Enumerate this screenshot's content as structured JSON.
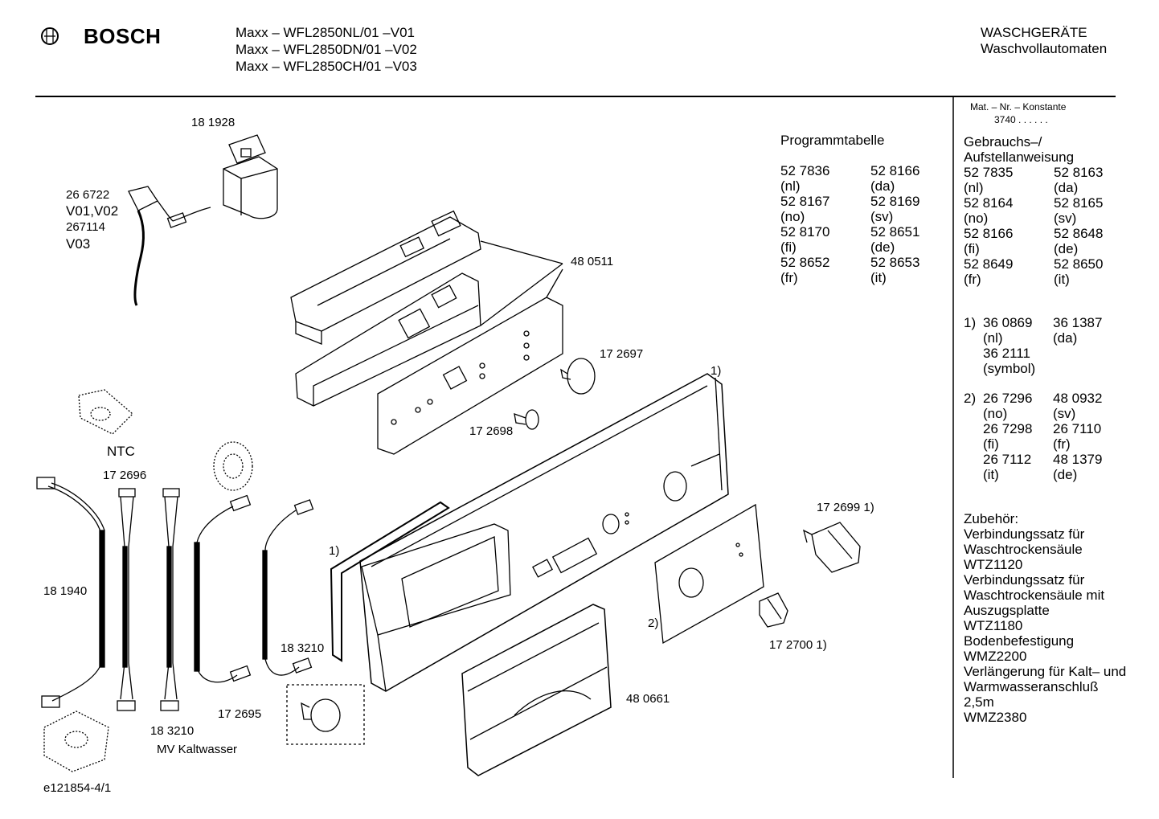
{
  "header": {
    "brand": "BOSCH",
    "models": [
      "Maxx – WFL2850NL/01 –V01",
      "Maxx – WFL2850DN/01 –V02",
      "Maxx – WFL2850CH/01 –V03"
    ],
    "category": "WASCHGERÄTE",
    "subcategory": "Waschvollautomaten"
  },
  "sidebar": {
    "mat_label": "Mat. – Nr. – Konstante",
    "mat_value": "3740 .  .  .  .  .  .",
    "manual_title_1": "Gebrauchs–/",
    "manual_title_2": "Aufstellanweisung",
    "manual_items": [
      [
        "52 7835",
        "52 8163"
      ],
      [
        "(nl)",
        "(da)"
      ],
      [
        "52 8164",
        "52 8165"
      ],
      [
        "(no)",
        "(sv)"
      ],
      [
        "52 8166",
        "52 8648"
      ],
      [
        "(fi)",
        "(de)"
      ],
      [
        "52 8649",
        "52 8650"
      ],
      [
        "(fr)",
        "(it)"
      ]
    ],
    "note1": {
      "marker": "1)",
      "lines": [
        [
          "36 0869",
          "36 1387"
        ],
        [
          "(nl)",
          "(da)"
        ],
        [
          "36 2111",
          ""
        ],
        [
          "(symbol)",
          ""
        ]
      ]
    },
    "note2": {
      "marker": "2)",
      "lines": [
        [
          "26 7296",
          "48 0932"
        ],
        [
          "(no)",
          "(sv)"
        ],
        [
          "26 7298",
          "26 7110"
        ],
        [
          "(fi)",
          "(fr)"
        ],
        [
          "26 7112",
          "48 1379"
        ],
        [
          "(it)",
          "(de)"
        ]
      ]
    },
    "accessories": [
      "Zubehör:",
      "Verbindungssatz für",
      "Waschtrockensäule",
      "WTZ1120",
      "Verbindungssatz für",
      "Waschtrockensäule mit",
      "Auszugsplatte",
      "WTZ1180",
      "Bodenbefestigung",
      "WMZ2200",
      "Verlängerung für Kalt– und",
      "Warmwasseranschluß",
      "2,5m",
      "WMZ2380"
    ]
  },
  "program_table": {
    "title": "Programmtabelle",
    "rows": [
      [
        "52 7836",
        "52 8166"
      ],
      [
        "(nl)",
        "(da)"
      ],
      [
        "52 8167",
        "52 8169"
      ],
      [
        "(no)",
        "(sv)"
      ],
      [
        "52 8170",
        "52 8651"
      ],
      [
        "(fi)",
        "(de)"
      ],
      [
        "52 8652",
        "52 8653"
      ],
      [
        "(fr)",
        "(it)"
      ]
    ]
  },
  "parts": {
    "p181928": "18 1928",
    "p266722": "26 6722",
    "p_v01v02": "V01,V02",
    "p267114": "267114",
    "p_v03": "V03",
    "p480511": "48 0511",
    "p172697": "17 2697",
    "p172698": "17 2698",
    "note_1a": "1)",
    "ntc": "NTC",
    "p172696": "17 2696",
    "p181940": "18 1940",
    "p183210a": "18 3210",
    "p183210b": "18 3210",
    "mv_kaltwasser": "MV Kaltwasser",
    "p172695": "17 2695",
    "note_1b": "1)",
    "p172699": "17 2699 1)",
    "note_2": "2)",
    "p172700": "17 2700 1)",
    "p480661": "48 0661"
  },
  "footer": {
    "drawing_id": "e121854-4/1"
  }
}
